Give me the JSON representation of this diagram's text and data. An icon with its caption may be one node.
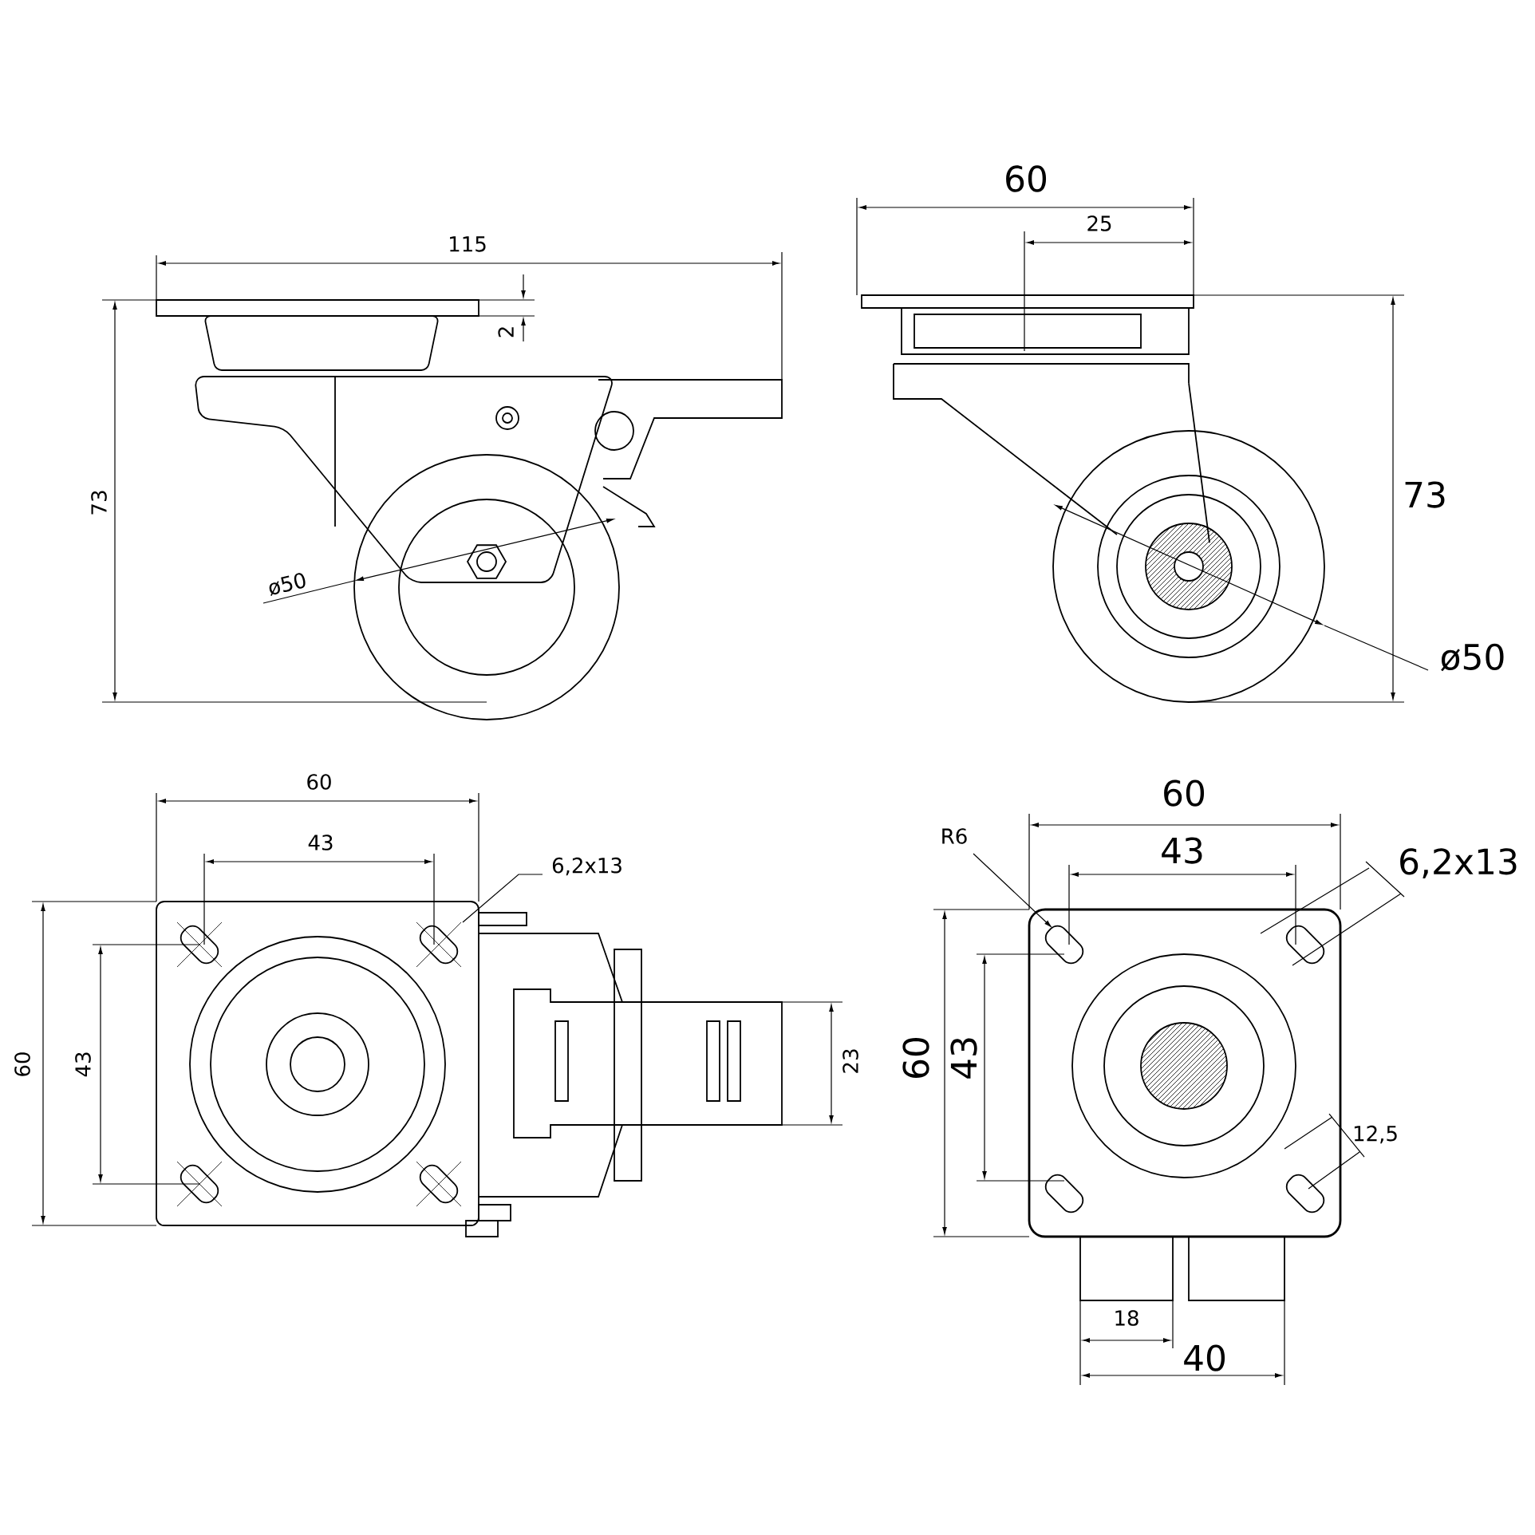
{
  "diagram": {
    "labels": [
      "115",
      "2",
      "73",
      "ø50",
      "60",
      "25",
      "73",
      "ø50",
      "60",
      "43",
      "6,2x13",
      "60",
      "43",
      "23",
      "60",
      "R6",
      "43",
      "6,2x13",
      "60",
      "43",
      "12,5",
      "18",
      "40"
    ]
  }
}
